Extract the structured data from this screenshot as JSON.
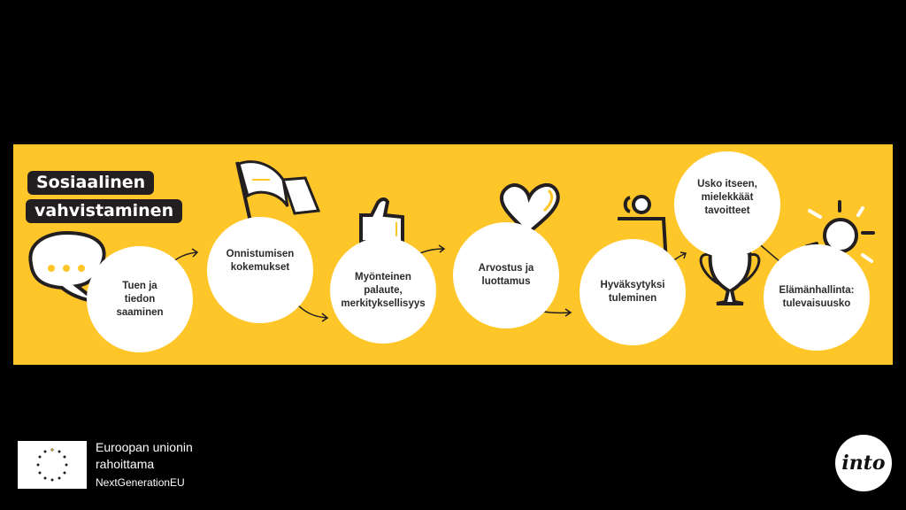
{
  "title": {
    "line1": "Sosiaalinen",
    "line2": "vahvistaminen"
  },
  "steps": [
    {
      "label": "Tuen ja tiedon saaminen",
      "icon": "speech-bubble-icon"
    },
    {
      "label": "Onnistumisen kokemukset",
      "icon": "flag-icon"
    },
    {
      "label": "Myönteinen palaute, merkityksellisyys",
      "icon": "thumbs-up-icon"
    },
    {
      "label": "Arvostus ja luottamus",
      "icon": "heart-icon"
    },
    {
      "label": "Hyväksytyksi tuleminen",
      "icon": "hug-icon"
    },
    {
      "label": "Usko itseen, mielekkäät tavoitteet",
      "icon": "trophy-icon"
    },
    {
      "label": "Elämänhallinta: tulevaisuusko",
      "icon": "sun-icon"
    }
  ],
  "footer": {
    "eu_line1": "Euroopan unionin",
    "eu_line2": "rahoittama",
    "eu_line3": "NextGenerationEU",
    "logo": "into"
  },
  "colors": {
    "accent": "#FFC629",
    "dark": "#231f20"
  }
}
